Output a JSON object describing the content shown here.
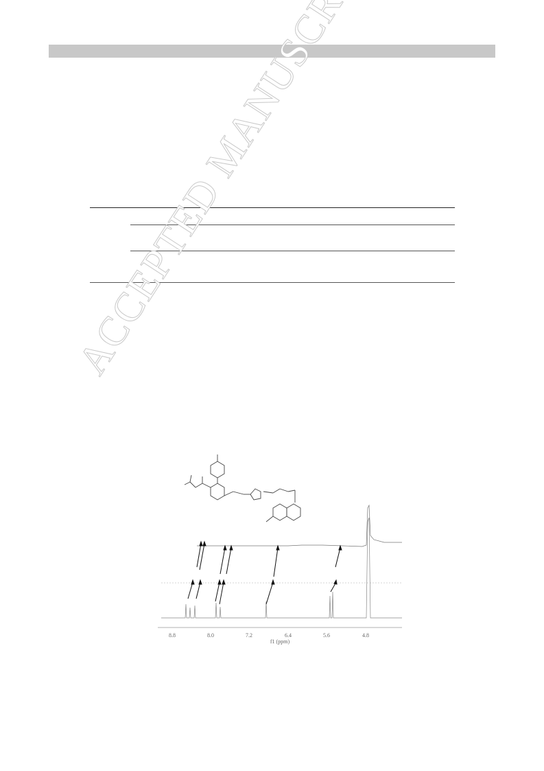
{
  "watermark": "ACCEPTED MANUSCRIPT",
  "figure": {
    "x_axis_label": "f1 (ppm)",
    "x_ticks": [
      "8.8",
      "8.0",
      "7.2",
      "6.4",
      "5.6",
      "4.8"
    ]
  }
}
